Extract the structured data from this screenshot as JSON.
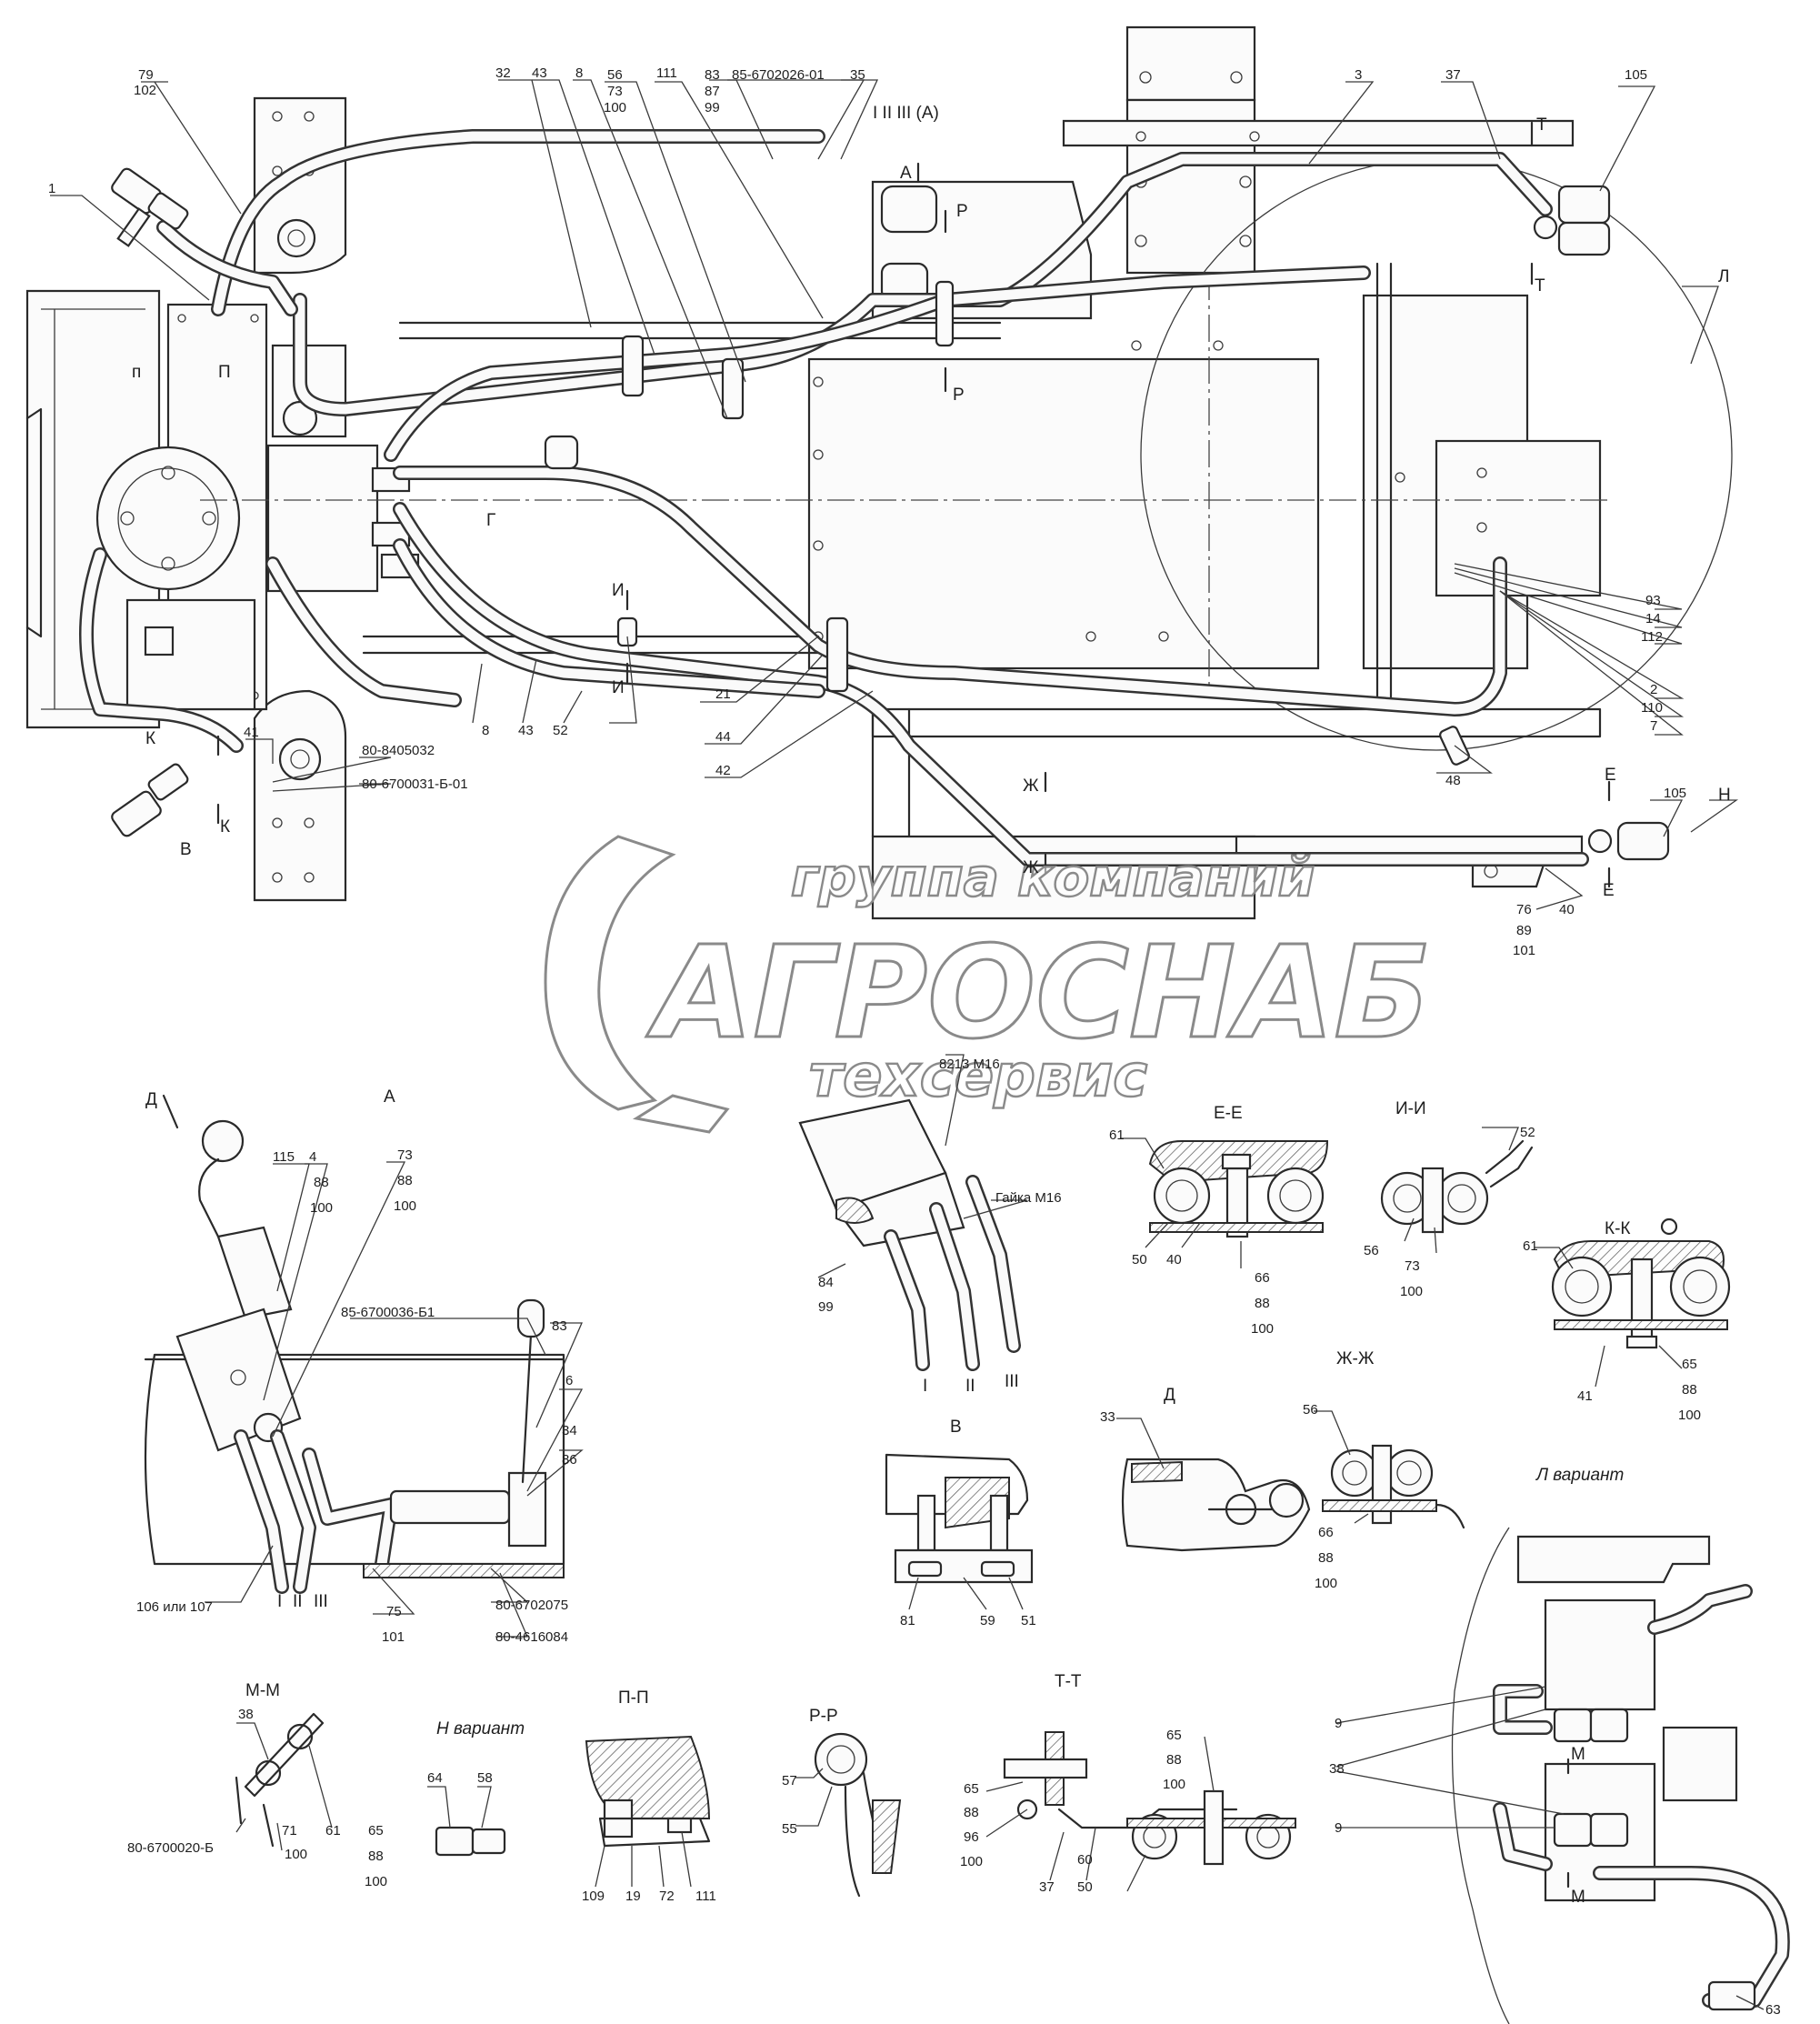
{
  "main_view": {
    "callouts": {
      "c1": "1",
      "c79": "79",
      "c102": "102",
      "c32": "32",
      "c43a": "43",
      "c8a": "8",
      "c56": "56",
      "c73a": "73",
      "c100a": "100",
      "c111": "111",
      "c83a": "83",
      "c87": "87",
      "c99a": "99",
      "c85_6702026": "85-6702026-01",
      "c35": "35",
      "c3": "3",
      "c37": "37",
      "c105a": "105",
      "c93": "93",
      "c14": "14",
      "c112": "112",
      "c2": "2",
      "c110": "110",
      "c7": "7",
      "c48": "48",
      "c105b": "105",
      "c76": "76",
      "c89": "89",
      "c101a": "101",
      "c40": "40",
      "c41": "41",
      "c80_8405032": "80-8405032",
      "c80_6700031": "80-6700031-Б-01",
      "c8b": "8",
      "c43b": "43",
      "c52": "52",
      "c21": "21",
      "c44": "44",
      "c42": "42"
    },
    "section_marks": {
      "hose_ids": "I II III (A)",
      "a": "А",
      "r_top": "Р",
      "r_bot": "Р",
      "t_top": "Т",
      "t_bot": "Т",
      "l": "Л",
      "i_top": "И",
      "i_bot": "И",
      "zh_top": "Ж",
      "zh_bot": "Ж",
      "e_top": "Е",
      "e_bot": "Е",
      "n": "Н",
      "k_top": "К",
      "k_bot": "К",
      "v": "В",
      "g": "Г",
      "p_left": "п",
      "p_right": "П"
    }
  },
  "watermark": {
    "line1": "группа компаний",
    "line2": "АГРОСНАБ",
    "line3": "техсервис"
  },
  "view_a": {
    "title": "А",
    "d_arrow": "Д",
    "callouts": {
      "c115": "115",
      "c4": "4",
      "c88a": "88",
      "c100a": "100",
      "c73": "73",
      "c88b": "88",
      "c100b": "100",
      "c85_6700036": "85-6700036-Б1",
      "c83": "83",
      "c6": "6",
      "c34": "34",
      "c86": "86",
      "c106": "106 или 107",
      "c75": "75",
      "c101": "101",
      "c80_6702075": "80-6702075",
      "c80_4616084": "80-4616084"
    },
    "hose_labels": {
      "i": "I",
      "ii": "II",
      "iii": "III"
    }
  },
  "view_hoses": {
    "callouts": {
      "c8213": "8213 М16",
      "nut": "Гайка М16",
      "c84": "84",
      "c99": "99"
    },
    "hose_labels": {
      "i": "I",
      "ii": "II",
      "iii": "III"
    }
  },
  "section_ee": {
    "title": "Е-Е",
    "c61": "61",
    "c50": "50",
    "c40": "40",
    "c66": "66",
    "c88": "88",
    "c100": "100"
  },
  "section_ii": {
    "title": "И-И",
    "c52": "52",
    "c56": "56",
    "c73": "73",
    "c100": "100"
  },
  "section_kk": {
    "title": "К-К",
    "c61": "61",
    "c41": "41",
    "c65": "65",
    "c88": "88",
    "c100": "100"
  },
  "view_v": {
    "title": "В",
    "c81": "81",
    "c59": "59",
    "c51": "51"
  },
  "view_d": {
    "title": "Д",
    "c33": "33"
  },
  "section_zhzh": {
    "title": "Ж-Ж",
    "c56": "56",
    "c66": "66",
    "c88": "88",
    "c100": "100"
  },
  "variant_l": {
    "title": "Л вариант",
    "c9a": "9",
    "c38": "38",
    "c9b": "9",
    "c63": "63",
    "m_top": "М",
    "m_bot": "М"
  },
  "section_mm": {
    "title": "М-М",
    "c38": "38",
    "c80_6700020": "80-6700020-Б",
    "c71": "71",
    "c61": "61",
    "c100": "100",
    "c65": "65",
    "c88": "88",
    "c100b": "100"
  },
  "variant_n": {
    "title": "Н вариант",
    "c64": "64",
    "c58": "58"
  },
  "section_pp": {
    "title": "П-П",
    "c109": "109",
    "c19": "19",
    "c72": "72",
    "c111": "111"
  },
  "section_rr": {
    "title": "Р-Р",
    "c57": "57",
    "c55": "55"
  },
  "section_tt": {
    "title": "Т-Т",
    "c65a": "65",
    "c88a": "88",
    "c96": "96",
    "c100a": "100",
    "c37": "37",
    "c60": "60",
    "c50": "50",
    "c65b": "65",
    "c88b": "88",
    "c100b": "100"
  }
}
